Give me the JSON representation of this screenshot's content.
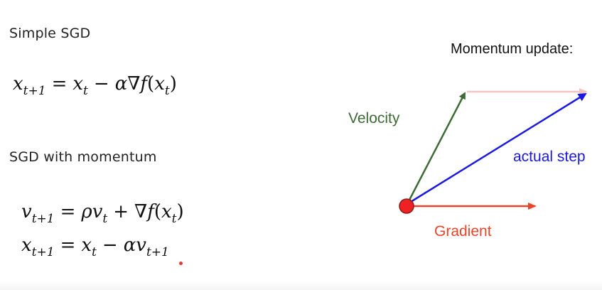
{
  "left_panel": {
    "simple_sgd_heading": "Simple SGD",
    "momentum_heading": "SGD with momentum",
    "simple_sgd_equation": {
      "lhs_var": "x",
      "lhs_sub": "t+1",
      "eq": "=",
      "rhs_var": "x",
      "rhs_sub": "t",
      "minus": "−",
      "coef": "α",
      "nabla": "∇",
      "func": "f",
      "arg_var": "x",
      "arg_sub": "t"
    },
    "velocity_equation": {
      "lhs_var": "v",
      "lhs_sub": "t+1",
      "eq": "=",
      "rho": "ρ",
      "v_var": "v",
      "v_sub": "t",
      "plus": "+",
      "nabla": "∇",
      "func": "f",
      "arg_var": "x",
      "arg_sub": "t"
    },
    "position_equation": {
      "lhs_var": "x",
      "lhs_sub": "t+1",
      "eq": "=",
      "rhs_var": "x",
      "rhs_sub": "t",
      "minus": "−",
      "coef": "α",
      "v_var": "v",
      "v_sub": "t+1"
    }
  },
  "right_panel": {
    "title": "Momentum update:",
    "velocity_label": "Velocity",
    "actual_step_label": "actual step",
    "gradient_label": "Gradient"
  },
  "colors": {
    "velocity": "#3d6b35",
    "actual_step": "#1a1adf",
    "gradient": "#e8452a",
    "velocity_projection": "#f4c4c4",
    "origin_fill": "#ee2222",
    "origin_stroke": "#8b1a1a"
  }
}
